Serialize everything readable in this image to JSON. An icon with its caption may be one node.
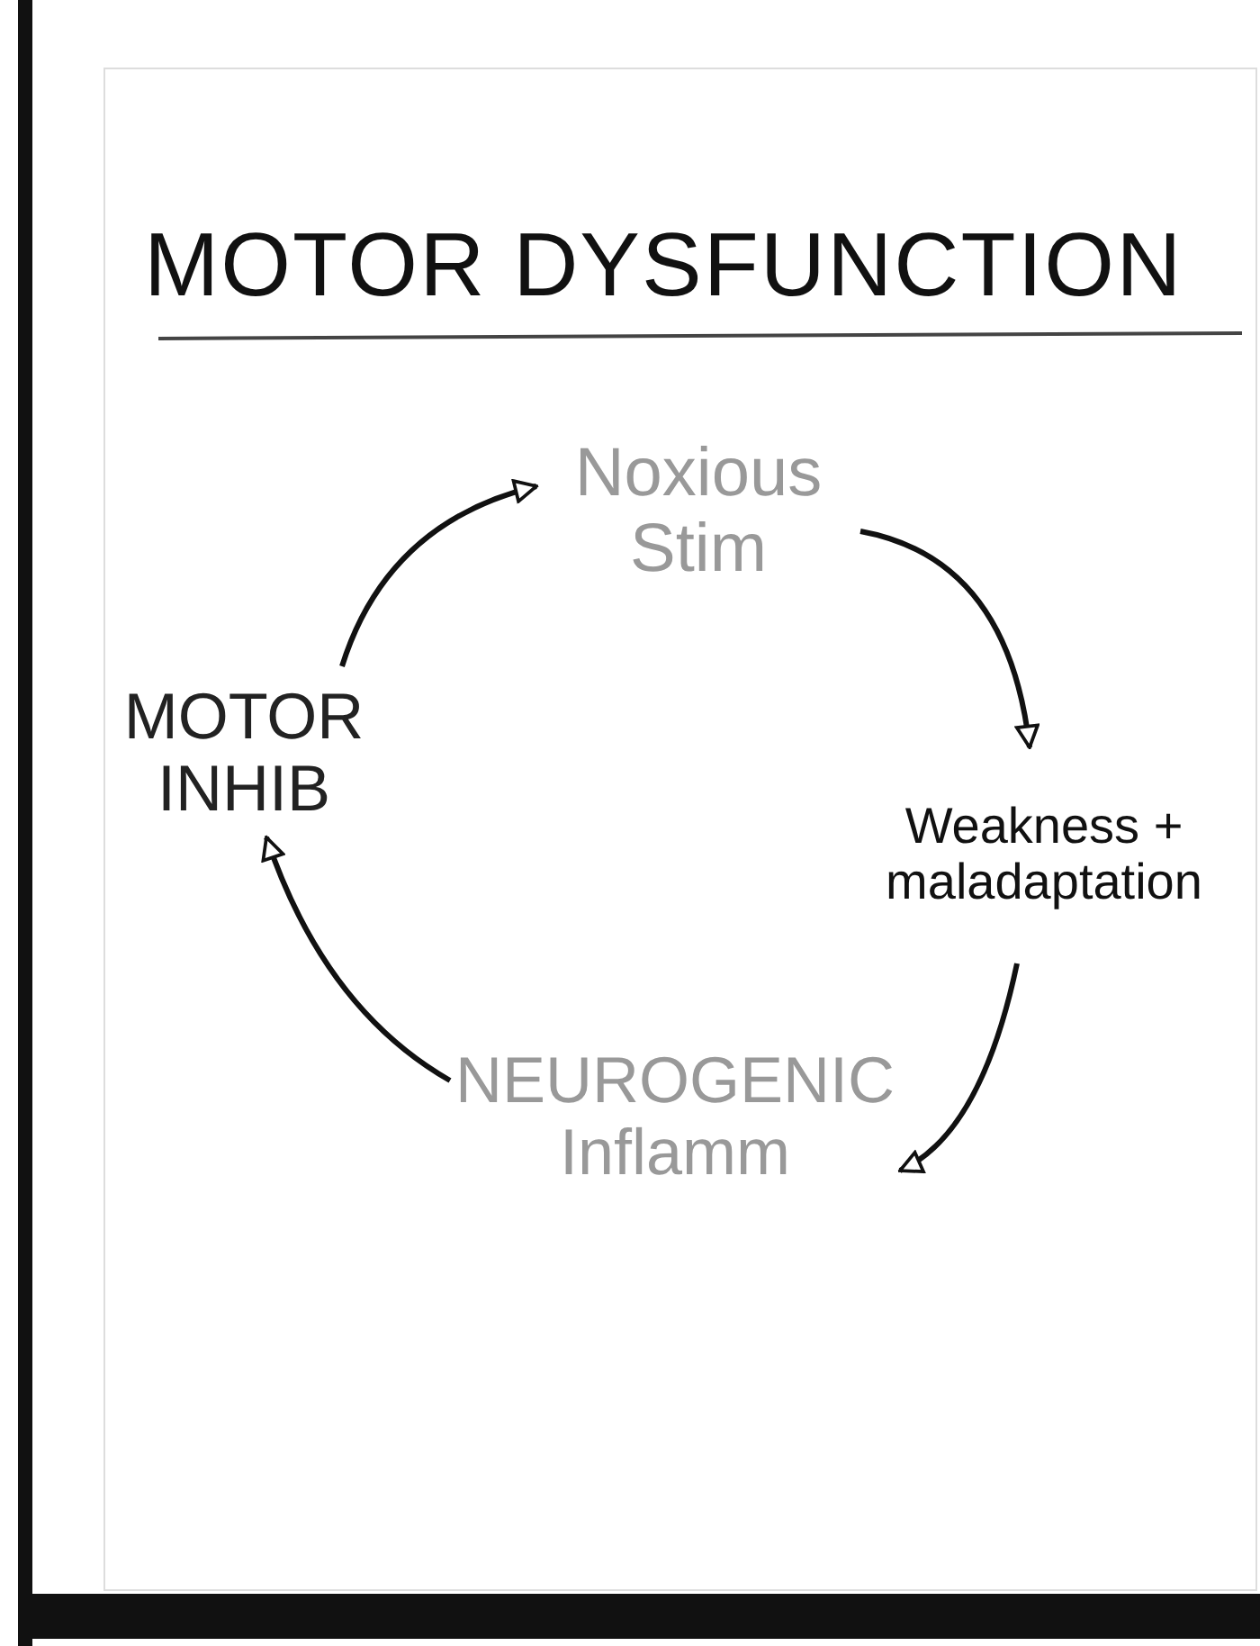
{
  "diagram": {
    "title": "MOTOR DYSFUNCTION",
    "nodes": [
      {
        "text": [
          "Noxious Stim"
        ]
      },
      {
        "text": [
          "Weakness + maladaptation"
        ]
      },
      {
        "text": [
          "NEUROGENIC Inflamm"
        ]
      },
      {
        "text": [
          "MOTOR INHIB"
        ]
      }
    ],
    "edges": [
      {
        "from": 3,
        "to": 0,
        "arrow": "to"
      },
      {
        "from": 0,
        "to": 1,
        "arrow": "to"
      },
      {
        "from": 1,
        "to": 2,
        "arrow": "to"
      },
      {
        "from": 2,
        "to": 3,
        "arrow": "to"
      }
    ]
  }
}
